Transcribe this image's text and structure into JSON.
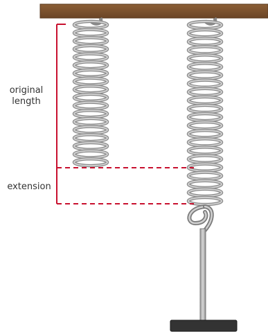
{
  "labels": {
    "original_length_line1": "original",
    "original_length_line2": "length",
    "extension": "extension"
  },
  "colors": {
    "beam": "#7a5230",
    "beam_dark": "#5a3a1f",
    "coil_outline": "#8a8a8a",
    "coil_fill": "#cfcfcf",
    "marker": "#c8102e",
    "weight": "#333333",
    "hook": "#8f8f8f"
  },
  "springs": {
    "original_coils": 18,
    "stretched_coils": 22
  }
}
